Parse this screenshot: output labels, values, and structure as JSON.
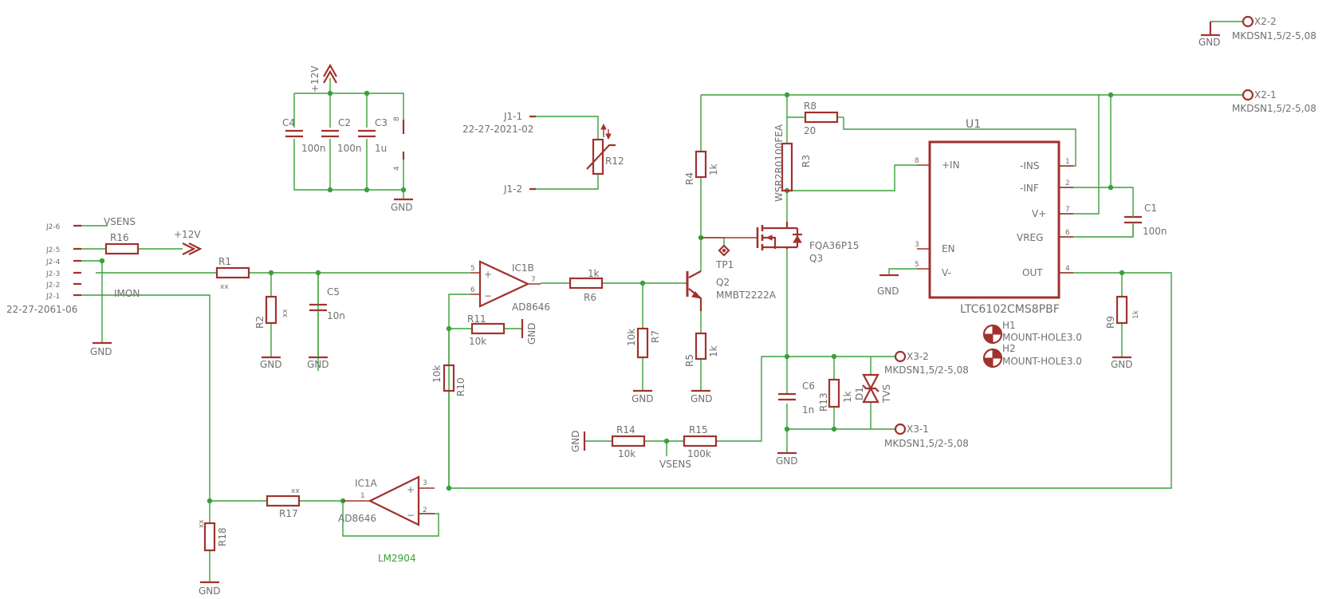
{
  "nets": {
    "gnd": "GND",
    "p12v": "+12V",
    "vsens": "VSENS",
    "imon": "IMON",
    "lm2904": "LM2904"
  },
  "connectors": {
    "j1": {
      "pin1": "J1-1",
      "pin2": "J1-2",
      "part": "22-27-2021-02"
    },
    "j2": {
      "pin6": "J2-6",
      "pin5": "J2-5",
      "pin4": "J2-4",
      "pin3": "J2-3",
      "pin2": "J2-2",
      "pin1": "J2-1",
      "part": "22-27-2061-06"
    },
    "x2": {
      "pin2": "X2-2",
      "pin1": "X2-1",
      "part": "MKDSN1,5/2-5,08"
    },
    "x3": {
      "pin2": "X3-2",
      "pin1": "X3-1",
      "part": "MKDSN1,5/2-5,08"
    }
  },
  "resistors": {
    "r1": {
      "name": "R1",
      "value": "xx"
    },
    "r2": {
      "name": "R2",
      "value": "xx"
    },
    "r3": {
      "name": "R3",
      "value": "WSR2R0100FEA"
    },
    "r4": {
      "name": "R4",
      "value": "1k"
    },
    "r5": {
      "name": "R5",
      "value": "1k"
    },
    "r6": {
      "name": "R6",
      "value": "1k"
    },
    "r7": {
      "name": "R7",
      "value": "10k"
    },
    "r8": {
      "name": "R8",
      "value": "20"
    },
    "r9": {
      "name": "R9",
      "value": "1k"
    },
    "r10": {
      "name": "R10",
      "value": "10k"
    },
    "r11": {
      "name": "R11",
      "value": "10k"
    },
    "r12": {
      "name": "R12"
    },
    "r13": {
      "name": "R13",
      "value": "1k"
    },
    "r14": {
      "name": "R14",
      "value": "10k"
    },
    "r15": {
      "name": "R15",
      "value": "100k"
    },
    "r16": {
      "name": "R16"
    },
    "r17": {
      "name": "R17",
      "value": "xx"
    },
    "r18": {
      "name": "R18",
      "value": "xx"
    }
  },
  "capacitors": {
    "c1": {
      "name": "C1",
      "value": "100n"
    },
    "c2": {
      "name": "C2",
      "value": "100n"
    },
    "c3": {
      "name": "C3",
      "value": "1u"
    },
    "c4": {
      "name": "C4",
      "value": "100n"
    },
    "c5": {
      "name": "C5",
      "value": "10n"
    },
    "c6": {
      "name": "C6",
      "value": "1n"
    }
  },
  "semis": {
    "ic1a": {
      "name": "IC1A",
      "value": "AD8646"
    },
    "ic1b": {
      "name": "IC1B",
      "value": "AD8646"
    },
    "q2": {
      "name": "Q2",
      "value": "MMBT2222A"
    },
    "q3": {
      "name": "Q3",
      "value": "FQA36P15"
    },
    "d1": {
      "name": "D1",
      "value": "TVS"
    },
    "tp1": {
      "name": "TP1"
    },
    "h1": {
      "name": "H1",
      "value": "MOUNT-HOLE3.0"
    },
    "h2": {
      "name": "H2",
      "value": "MOUNT-HOLE3.0"
    }
  },
  "u1": {
    "name": "U1",
    "value": "LTC6102CMS8PBF",
    "pins": {
      "in_plus": "+IN",
      "en": "EN",
      "v_minus": "V-",
      "ins": "-INS",
      "inf": "-INF",
      "vplus": "V+",
      "vreg": "VREG",
      "out": "OUT"
    },
    "pin_numbers": {
      "p8": "8",
      "p3": "3",
      "p5": "5",
      "p1": "1",
      "p2": "2",
      "p7": "7",
      "p6": "6",
      "p4": "4"
    }
  },
  "pin_numbers": {
    "ic1b_p5": "5",
    "ic1b_p6": "6",
    "ic1b_p7": "7",
    "ic1a_p1": "1",
    "ic1a_p2": "2",
    "ic1a_p3": "3",
    "supply_p8": "8",
    "supply_p4": "4"
  }
}
